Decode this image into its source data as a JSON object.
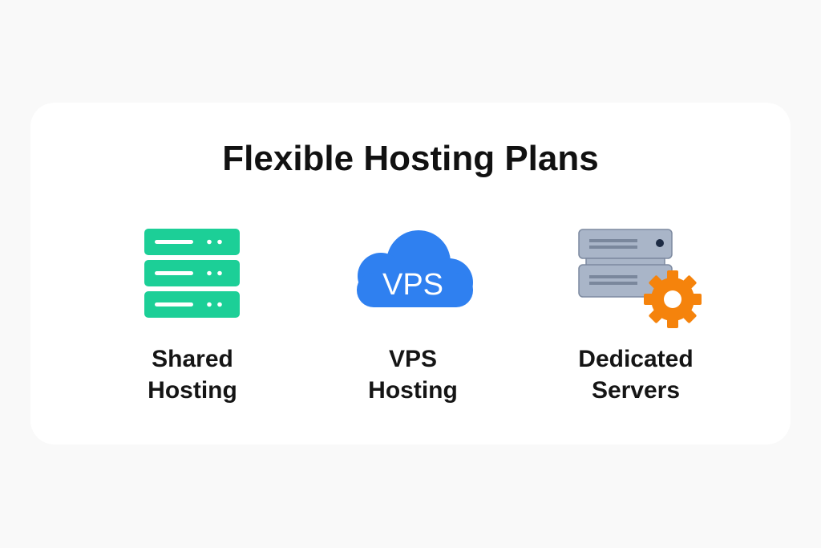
{
  "page": {
    "title": "Flexible Hosting Plans"
  },
  "plans": [
    {
      "icon": "server-stack-icon",
      "label_line1": "Shared",
      "label_line2": "Hosting",
      "color": "#1ccf97"
    },
    {
      "icon": "cloud-icon",
      "icon_text": "VPS",
      "label_line1": "VPS",
      "label_line2": "Hosting",
      "color": "#2f80f0"
    },
    {
      "icon": "server-gear-icon",
      "label_line1": "Dedicated",
      "label_line2": "Servers",
      "color": "#a9b5c8",
      "accent_color": "#f5830c"
    }
  ]
}
